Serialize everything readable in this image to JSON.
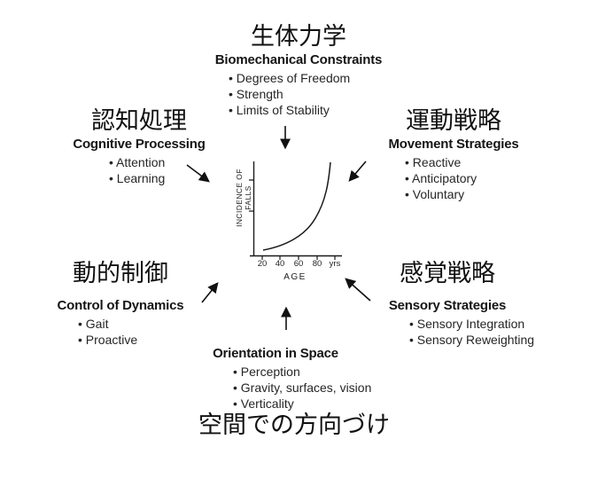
{
  "figure": {
    "background": "#ffffff",
    "text_color": "#1a1a1a",
    "description_visible_only": true
  },
  "nodes": {
    "biomechanical": {
      "jp": "生体力学",
      "en": "Biomechanical Constraints",
      "bullets": [
        "Degrees of Freedom",
        "Strength",
        "Limits of Stability"
      ]
    },
    "cognitive": {
      "jp": "認知処理",
      "en": "Cognitive Processing",
      "bullets": [
        "Attention",
        "Learning"
      ]
    },
    "movement": {
      "jp": "運動戦略",
      "en": "Movement Strategies",
      "bullets": [
        "Reactive",
        "Anticipatory",
        "Voluntary"
      ]
    },
    "dynamics": {
      "jp": "動的制御",
      "en": "Control of Dynamics",
      "bullets": [
        "Gait",
        "Proactive"
      ]
    },
    "sensory": {
      "jp": "感覚戦略",
      "en": "Sensory Strategies",
      "bullets": [
        "Sensory Integration",
        "Sensory Reweighting"
      ]
    },
    "orientation": {
      "jp": "空間での方向づけ",
      "en": "Orientation in Space",
      "bullets": [
        "Perception",
        "Gravity, surfaces, vision",
        "Verticality"
      ]
    }
  },
  "connections": [
    {
      "from": "biomechanical",
      "to": "center-graph",
      "direction": "down"
    },
    {
      "from": "cognitive",
      "to": "center-graph",
      "direction": "down-right"
    },
    {
      "from": "movement",
      "to": "center-graph",
      "direction": "down-left"
    },
    {
      "from": "dynamics",
      "to": "center-graph",
      "direction": "up-right"
    },
    {
      "from": "sensory",
      "to": "center-graph",
      "direction": "up-left"
    },
    {
      "from": "orientation",
      "to": "center-graph",
      "direction": "up"
    }
  ],
  "graph": {
    "y_axis_label": "INCIDENCE OF FALLS",
    "x_axis_label": "AGE",
    "x_ticks": [
      "20",
      "40",
      "60",
      "80",
      "yrs"
    ]
  },
  "chart_data": {
    "type": "line",
    "title": "",
    "xlabel": "AGE",
    "ylabel": "INCIDENCE OF FALLS",
    "x_tick_labels": [
      "20",
      "40",
      "60",
      "80",
      "yrs"
    ],
    "x": [
      20,
      30,
      40,
      50,
      60,
      70,
      80,
      85
    ],
    "y_relative": [
      4,
      6,
      10,
      16,
      27,
      46,
      75,
      100
    ],
    "y_units": "relative incidence (y axis unlabeled, exponential rise with age)",
    "xlim": [
      15,
      88
    ],
    "grid": false,
    "legend": "none",
    "line_color": "#1a1a1a"
  }
}
